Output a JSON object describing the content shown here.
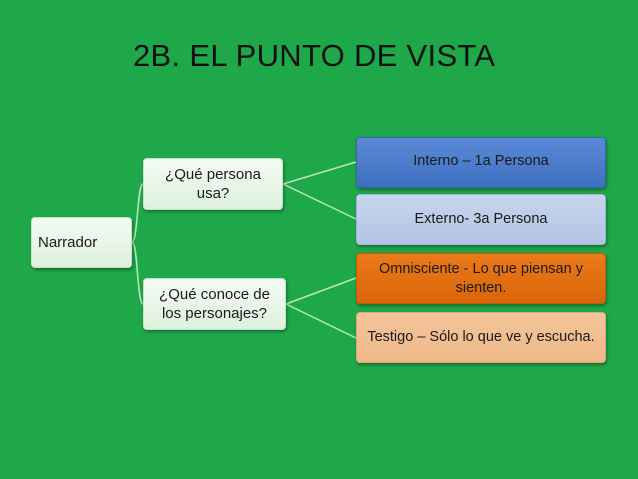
{
  "slide": {
    "title": "2B. EL PUNTO DE VISTA",
    "background_color": "#1FA84A"
  },
  "diagram": {
    "root": {
      "label": "Narrador"
    },
    "branches": [
      {
        "label": "¿Qué persona usa?",
        "children": [
          {
            "label": "Interno – 1a Persona",
            "color": "#4A7CCF"
          },
          {
            "label": "Externo- 3a Persona",
            "color": "#BCCCE8"
          }
        ]
      },
      {
        "label": "¿Qué conoce de los personajes?",
        "children": [
          {
            "label": "Omnisciente - Lo que piensan y sienten.",
            "color": "#E36F10"
          },
          {
            "label": "Testigo – Sólo lo que ve y escucha.",
            "color": "#F2BE92"
          }
        ]
      }
    ],
    "connector_color": "#B9E6BE"
  }
}
